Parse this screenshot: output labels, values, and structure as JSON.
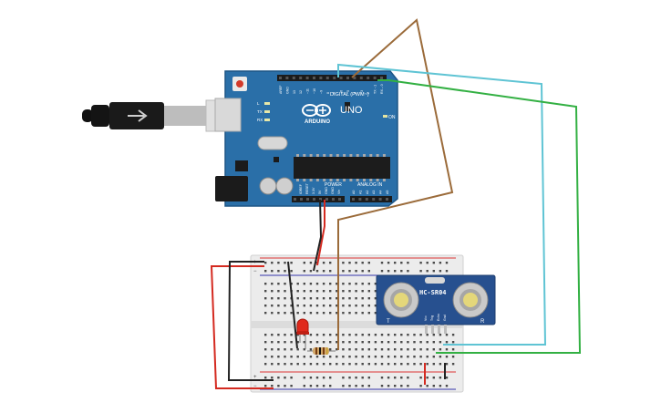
{
  "arduino": {
    "brand": "ARDUINO",
    "model": "UNO",
    "digital_header_label": "DIGITAL (PWM~)",
    "power_header_label": "POWER",
    "analog_header_label": "ANALOG IN",
    "led_labels": [
      "L",
      "TX",
      "RX"
    ],
    "on_label": "ON",
    "digital_pin_labels": [
      "AREF",
      "GND",
      "13",
      "12",
      "~11",
      "~10",
      "~9",
      "8",
      "7",
      "~6",
      "~5",
      "4",
      "~3",
      "2",
      "TX→1",
      "RX←0"
    ],
    "power_pin_labels": [
      "IOREF",
      "RESET",
      "3.3V",
      "5V",
      "GND",
      "GND",
      "Vin"
    ],
    "analog_pin_labels": [
      "A0",
      "A1",
      "A2",
      "A3",
      "A4",
      "A5"
    ],
    "colors": {
      "board": "#2a6fa8",
      "header": "#1b1b1b",
      "chip": "#1c1c1c"
    }
  },
  "sensor": {
    "label": "HC-SR04",
    "transmitter_letter": "T",
    "receiver_letter": "R",
    "pin_labels": [
      "Vcc",
      "Trig",
      "Echo",
      "Gnd"
    ],
    "colors": {
      "board": "#27508f",
      "transducer": "#c9c9c9",
      "eye": "#e4d77a"
    }
  },
  "breadboard": {
    "rail_plus": "+",
    "rail_minus": "−",
    "colors": {
      "body": "#ececec",
      "hole": "#4a4a4a",
      "red_line": "#d33",
      "blue_line": "#33a"
    }
  },
  "components": {
    "led_color": "#e0291c",
    "resistor_color": "#d2a86a"
  },
  "wires": {
    "colors": {
      "brown": "#9b6b3a",
      "cyan": "#5fc4d4",
      "green": "#33b043",
      "red": "#d42a20",
      "black": "#222222"
    }
  }
}
